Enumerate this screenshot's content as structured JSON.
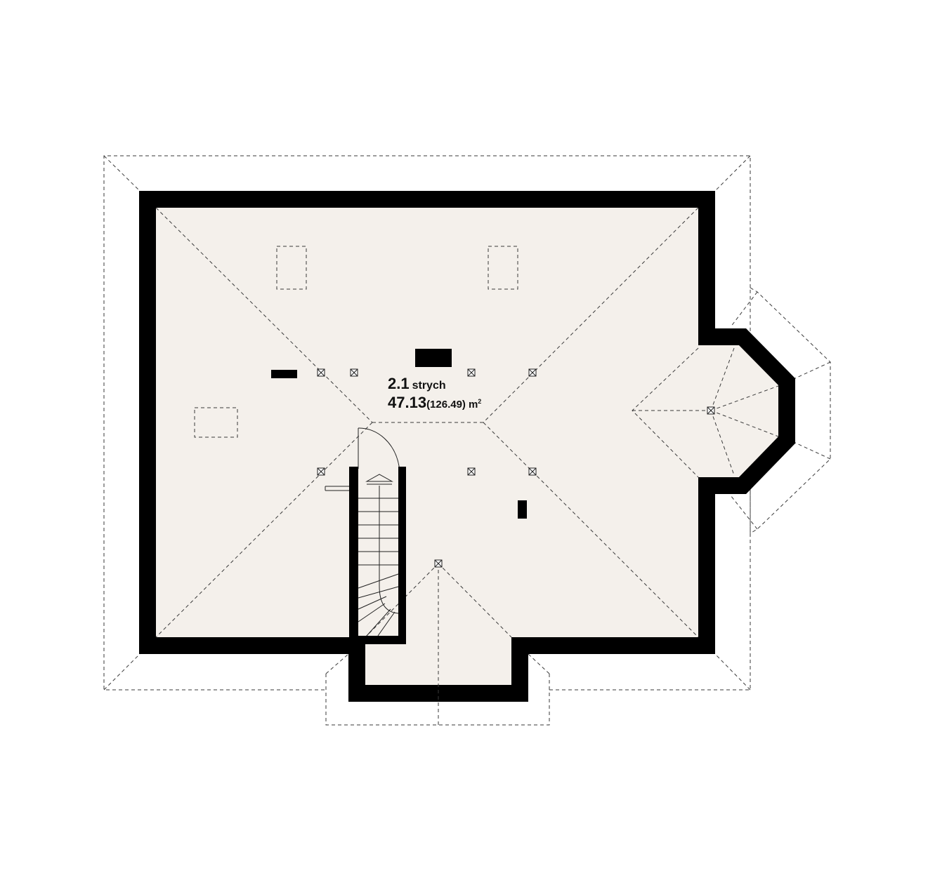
{
  "room": {
    "number": "2.1",
    "name": "strych",
    "area": "47.13",
    "area_gross": "(126.49)",
    "unit": "m",
    "unit_exp": "2"
  },
  "colors": {
    "wall": "#000000",
    "floor": "#f4f0eb",
    "lines": "#3a3a3a"
  }
}
